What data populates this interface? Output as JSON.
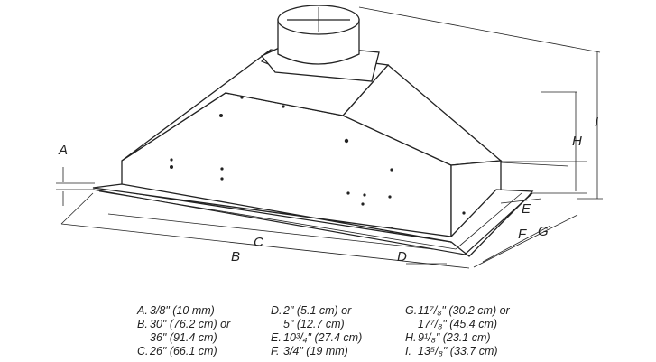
{
  "dimension_letters": [
    "A",
    "B",
    "C",
    "D",
    "E",
    "F",
    "G",
    "H",
    "I"
  ],
  "legend": {
    "col1": [
      {
        "key": "A.",
        "lines": [
          "3/8\" (10 mm)"
        ]
      },
      {
        "key": "B.",
        "lines": [
          "30\" (76.2 cm) or",
          "36\" (91.4 cm)"
        ]
      },
      {
        "key": "C.",
        "lines": [
          "26\" (66.1 cm)"
        ]
      }
    ],
    "col2": [
      {
        "key": "D.",
        "lines": [
          "2\" (5.1 cm) or",
          "5\" (12.7 cm)"
        ]
      },
      {
        "key": "E.",
        "lines": [
          "10³/₄\" (27.4 cm)"
        ]
      },
      {
        "key": "F.",
        "lines": [
          "3/4\" (19 mm)"
        ]
      }
    ],
    "col3": [
      {
        "key": "G.",
        "lines": [
          "11⁷/₈\" (30.2 cm) or",
          "17⁷/₈\" (45.4 cm)"
        ]
      },
      {
        "key": "H.",
        "lines": [
          "9¹/₈\" (23.1 cm)"
        ]
      },
      {
        "key": "I.",
        "lines": [
          "13⁵/₈\" (33.7 cm)"
        ]
      }
    ]
  }
}
